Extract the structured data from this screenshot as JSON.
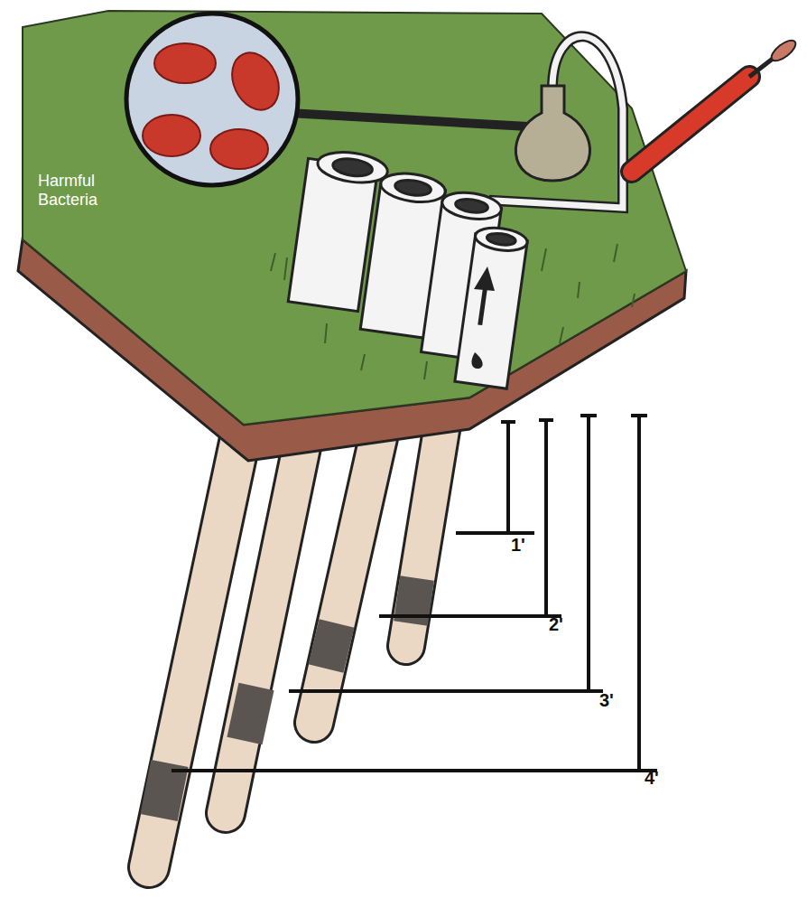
{
  "diagram": {
    "labels": [
      "Harmful Bacteria",
      "1'",
      "2'",
      "3'",
      "4'"
    ]
  }
}
